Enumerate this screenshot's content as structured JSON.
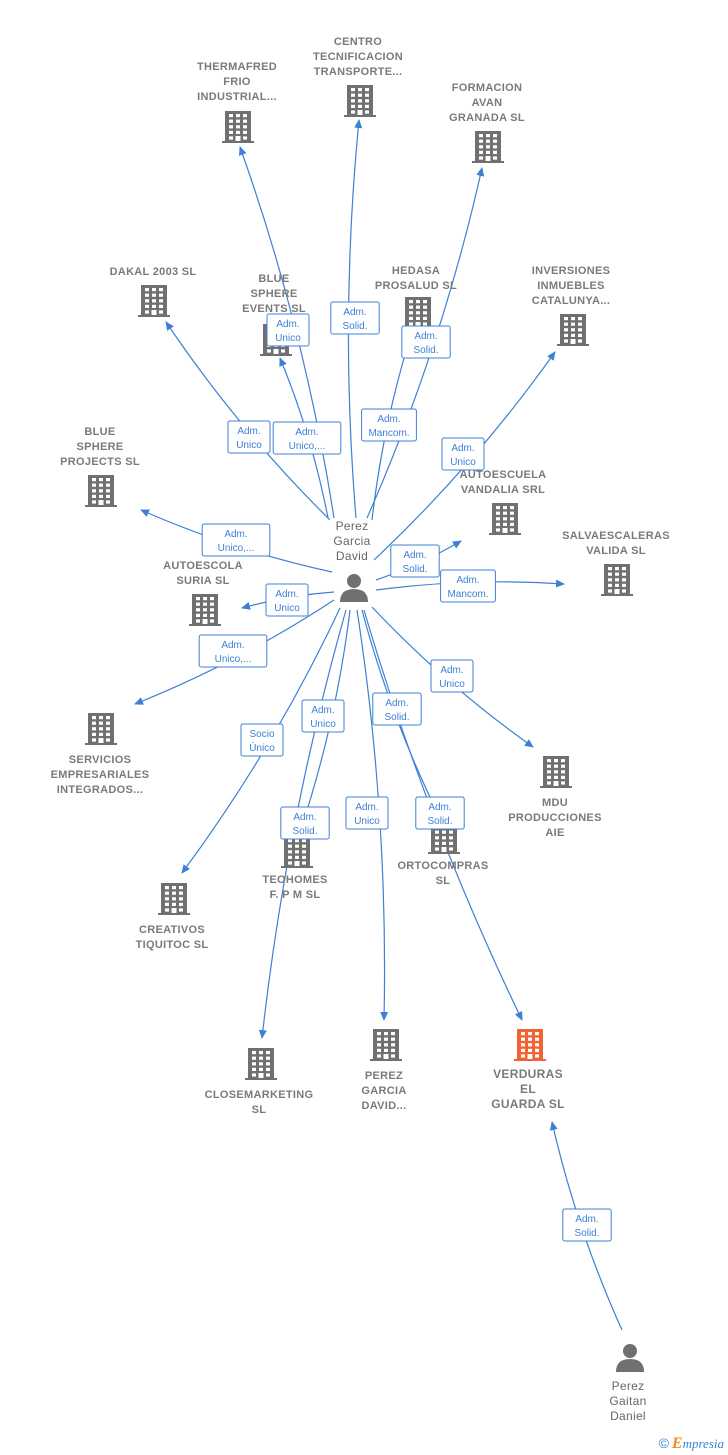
{
  "colors": {
    "edge": "#3d80d4",
    "building": "#707070",
    "highlight": "#f26232",
    "person": "#707070"
  },
  "footer": {
    "copyright": "©",
    "brand_initial": "E",
    "brand_rest": "mpresia"
  },
  "nodes": [
    {
      "id": "thermafred",
      "type": "company",
      "label": [
        "THERMAFRED",
        "FRIO",
        "INDUSTRIAL..."
      ]
    },
    {
      "id": "centro",
      "type": "company",
      "label": [
        "CENTRO",
        "TECNIFICACION",
        "TRANSPORTE..."
      ]
    },
    {
      "id": "formacion",
      "type": "company",
      "label": [
        "FORMACION",
        "AVAN",
        "GRANADA  SL"
      ]
    },
    {
      "id": "dakal",
      "type": "company",
      "label": [
        "DAKAL 2003 SL"
      ]
    },
    {
      "id": "bluesphere_events",
      "type": "company",
      "label": [
        "BLUE",
        "SPHERE",
        "EVENTS  SL"
      ]
    },
    {
      "id": "hedasa",
      "type": "company",
      "label": [
        "HEDASA",
        "PROSALUD SL"
      ]
    },
    {
      "id": "inversiones",
      "type": "company",
      "label": [
        "INVERSIONES",
        "INMUEBLES",
        "CATALUNYA..."
      ]
    },
    {
      "id": "bluesphere_projects",
      "type": "company",
      "label": [
        "BLUE",
        "SPHERE",
        "PROJECTS  SL"
      ]
    },
    {
      "id": "autoescuela",
      "type": "company",
      "label": [
        "AUTOESCUELA",
        "VANDALIA SRL"
      ]
    },
    {
      "id": "salvaescaleras",
      "type": "company",
      "label": [
        "SALVAESCALERAS",
        "VALIDA SL"
      ]
    },
    {
      "id": "autoescola",
      "type": "company",
      "label": [
        "AUTOESCOLA",
        "SURIA  SL"
      ]
    },
    {
      "id": "servicios",
      "type": "company",
      "label": [
        "SERVICIOS",
        "EMPRESARIALES",
        "INTEGRADOS..."
      ]
    },
    {
      "id": "mdu",
      "type": "company",
      "label": [
        "MDU",
        "PRODUCCIONES",
        "AIE"
      ]
    },
    {
      "id": "teohomes",
      "type": "company",
      "label": [
        "TEOHOMES",
        "F. P M SL"
      ]
    },
    {
      "id": "ortocompras",
      "type": "company",
      "label": [
        "ORTOCOMPRAS",
        "SL"
      ]
    },
    {
      "id": "creativos",
      "type": "company",
      "label": [
        "CREATIVOS",
        "TIQUITOC SL"
      ]
    },
    {
      "id": "closemarketing",
      "type": "company",
      "label": [
        "CLOSEMARKETING",
        "SL"
      ]
    },
    {
      "id": "perez_garcia_co",
      "type": "company",
      "label": [
        "PEREZ",
        "GARCIA",
        "DAVID..."
      ]
    },
    {
      "id": "verduras",
      "type": "company_highlight",
      "label": [
        "VERDURAS",
        "EL",
        "GUARDA  SL"
      ]
    },
    {
      "id": "perez_garcia",
      "type": "person",
      "label": [
        "Perez",
        "Garcia",
        "David"
      ]
    },
    {
      "id": "perez_gaitan",
      "type": "person",
      "label": [
        "Perez",
        "Gaitan",
        "Daniel"
      ]
    }
  ],
  "edges": [
    {
      "from": "perez_garcia",
      "to": "thermafred",
      "label": [
        "Adm.",
        "Unico,..."
      ]
    },
    {
      "from": "perez_garcia",
      "to": "centro",
      "label": [
        "Adm.",
        "Solid."
      ]
    },
    {
      "from": "perez_garcia",
      "to": "formacion",
      "label": [
        "Adm.",
        "Mancom."
      ]
    },
    {
      "from": "perez_garcia",
      "to": "dakal",
      "label": [
        "Adm.",
        "Unico"
      ]
    },
    {
      "from": "perez_garcia",
      "to": "bluesphere_events",
      "label": [
        "Adm.",
        "Unico"
      ]
    },
    {
      "from": "perez_garcia",
      "to": "hedasa",
      "label": [
        "Adm.",
        "Solid."
      ]
    },
    {
      "from": "perez_garcia",
      "to": "inversiones",
      "label": [
        "Adm.",
        "Unico"
      ]
    },
    {
      "from": "perez_garcia",
      "to": "bluesphere_projects",
      "label": [
        "Adm.",
        "Unico,..."
      ]
    },
    {
      "from": "perez_garcia",
      "to": "autoescuela",
      "label": [
        "Adm.",
        "Solid."
      ]
    },
    {
      "from": "perez_garcia",
      "to": "salvaescaleras",
      "label": [
        "Adm.",
        "Mancom."
      ]
    },
    {
      "from": "perez_garcia",
      "to": "autoescola",
      "label": [
        "Adm.",
        "Unico"
      ]
    },
    {
      "from": "perez_garcia",
      "to": "servicios",
      "label": [
        "Adm.",
        "Unico,..."
      ]
    },
    {
      "from": "perez_garcia",
      "to": "mdu",
      "label": [
        "Adm.",
        "Unico"
      ]
    },
    {
      "from": "perez_garcia",
      "to": "teohomes",
      "label": [
        "Adm.",
        "Unico"
      ]
    },
    {
      "from": "perez_garcia",
      "to": "ortocompras",
      "label": [
        "Adm.",
        "Solid."
      ]
    },
    {
      "from": "perez_garcia",
      "to": "creativos",
      "label": [
        "Socio",
        "Único"
      ]
    },
    {
      "from": "perez_garcia",
      "to": "closemarketing",
      "label": [
        "Adm.",
        "Solid."
      ]
    },
    {
      "from": "perez_garcia",
      "to": "perez_garcia_co",
      "label": [
        "Adm.",
        "Unico"
      ]
    },
    {
      "from": "perez_garcia",
      "to": "verduras",
      "label": [
        "Adm.",
        "Solid."
      ]
    },
    {
      "from": "perez_gaitan",
      "to": "verduras",
      "label": [
        "Adm.",
        "Solid."
      ]
    }
  ]
}
